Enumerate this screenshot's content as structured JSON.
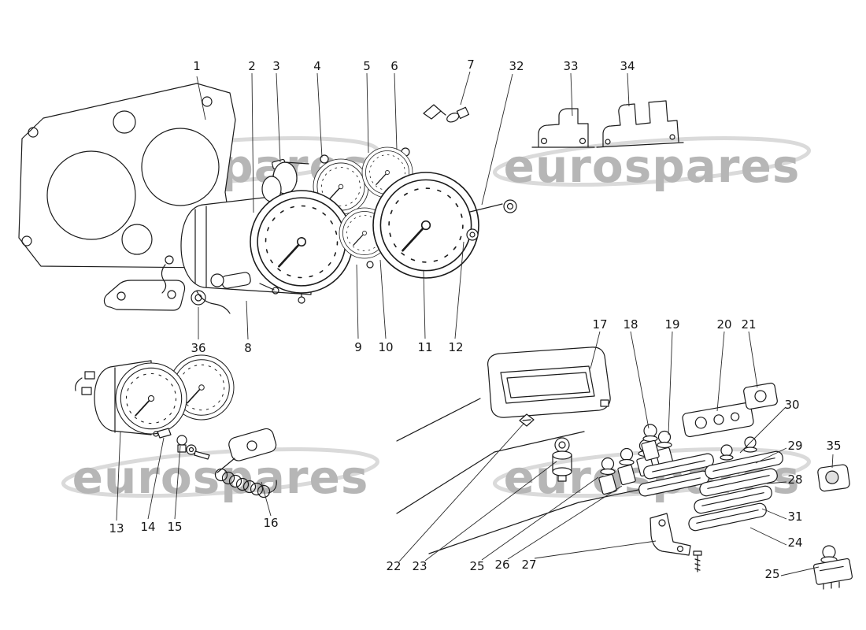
{
  "watermark": {
    "text": "eurospares",
    "text_color": "#b6b6b6",
    "swoosh_color": "#dadada"
  },
  "diagram": {
    "ink_color": "#1b1b1b",
    "background": "#ffffff"
  },
  "callouts": [
    {
      "label": "1"
    },
    {
      "label": "2"
    },
    {
      "label": "3"
    },
    {
      "label": "4"
    },
    {
      "label": "5"
    },
    {
      "label": "6"
    },
    {
      "label": "7"
    },
    {
      "label": "32"
    },
    {
      "label": "33"
    },
    {
      "label": "34"
    },
    {
      "label": "36"
    },
    {
      "label": "8"
    },
    {
      "label": "9"
    },
    {
      "label": "10"
    },
    {
      "label": "11"
    },
    {
      "label": "12"
    },
    {
      "label": "17"
    },
    {
      "label": "18"
    },
    {
      "label": "19"
    },
    {
      "label": "20"
    },
    {
      "label": "21"
    },
    {
      "label": "30"
    },
    {
      "label": "29"
    },
    {
      "label": "35"
    },
    {
      "label": "28"
    },
    {
      "label": "31"
    },
    {
      "label": "24"
    },
    {
      "label": "25"
    },
    {
      "label": "13"
    },
    {
      "label": "14"
    },
    {
      "label": "15"
    },
    {
      "label": "16"
    },
    {
      "label": "22"
    },
    {
      "label": "23"
    },
    {
      "label": "25"
    },
    {
      "label": "26"
    },
    {
      "label": "27"
    }
  ]
}
